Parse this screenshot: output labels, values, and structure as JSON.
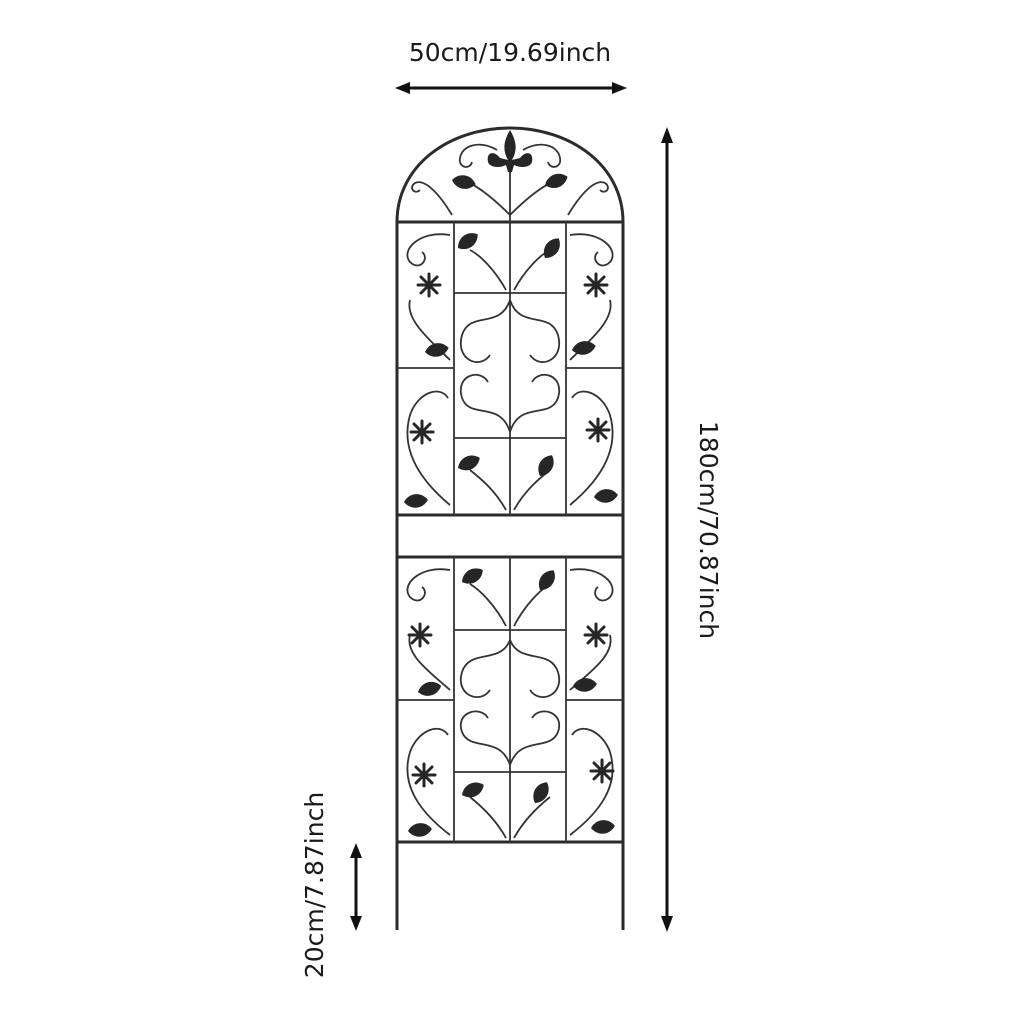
{
  "dimensions": {
    "width_label": "50cm/19.69inch",
    "height_label": "180cm/70.87inch",
    "stake_label": "20cm/7.87inch"
  },
  "colors": {
    "metal": "#2b2b2b",
    "background": "#ffffff",
    "arrow": "#111111"
  }
}
